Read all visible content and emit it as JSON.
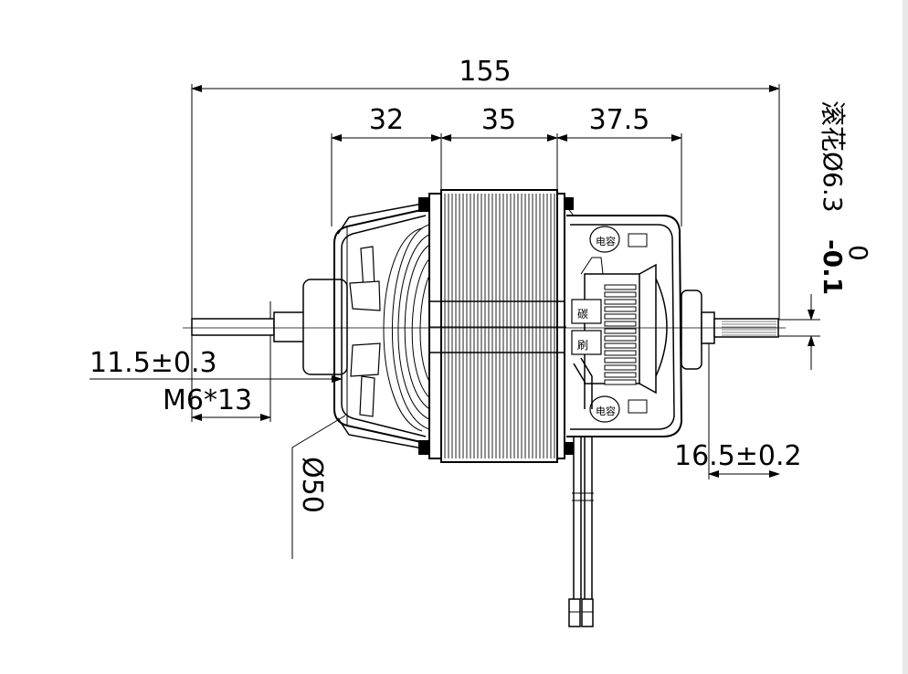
{
  "dimensions": {
    "overall_length": "155",
    "segment_left": "32",
    "segment_middle": "35",
    "segment_right": "37.5",
    "shaft_front": "11.5±0.3",
    "thread": "M6*13",
    "fan_diameter": "Ø50",
    "rear_shaft": "16.5±0.2"
  },
  "knurl_spec": {
    "label": "滚花Ø6.3",
    "tolerance_upper": "0",
    "tolerance_lower": "-0.1"
  },
  "part_marks": {
    "top_label": "电容",
    "bottom_label": "电容",
    "board_mark_1": "碳",
    "board_mark_2": "刷"
  }
}
